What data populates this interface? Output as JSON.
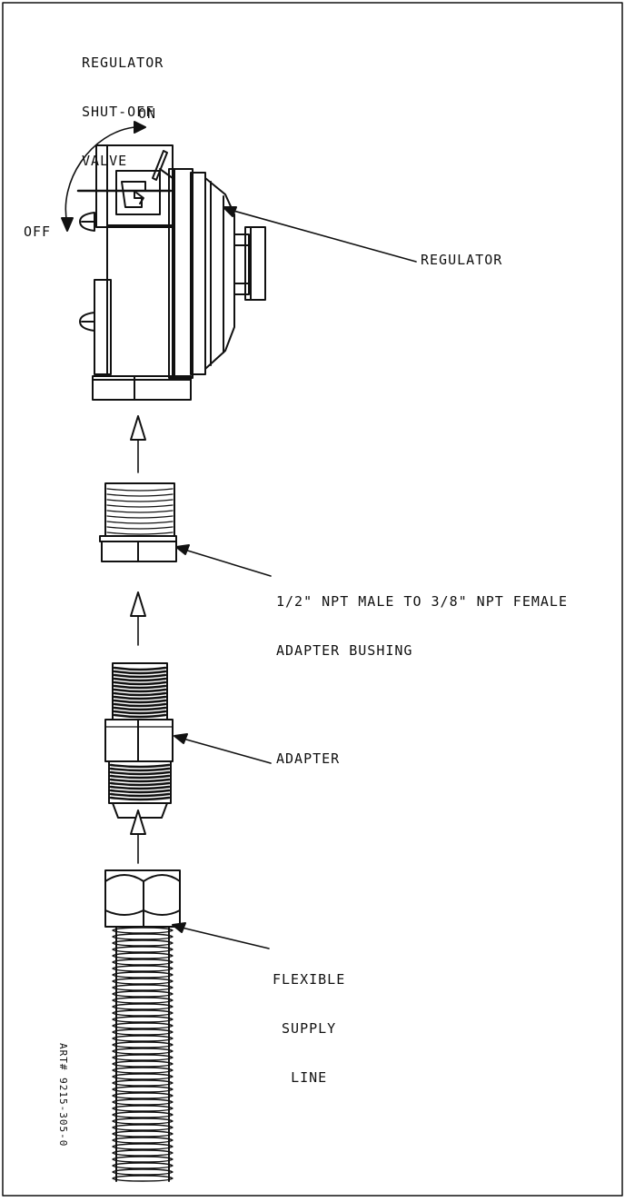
{
  "title": [
    "REGULATOR",
    "SHUT-OFF",
    "VALVE"
  ],
  "labels": {
    "on": "ON",
    "off": "OFF",
    "regulator": "REGULATOR",
    "bushing": [
      "1/2\" NPT MALE TO 3/8\" NPT FEMALE",
      "ADAPTER BUSHING"
    ],
    "adapter": "ADAPTER",
    "flexible": [
      "FLEXIBLE",
      "SUPPLY",
      "LINE"
    ],
    "art_number": "ART# 9215-305-0"
  }
}
